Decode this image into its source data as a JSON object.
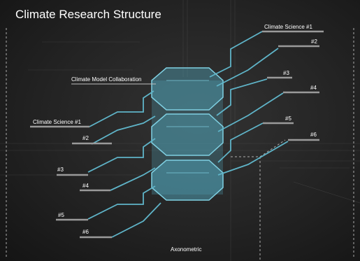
{
  "title": "Climate Research Structure",
  "center_label": "Climate Model Collaboration",
  "view_label": "Axonometric",
  "right_labels": [
    "Climate Science #1",
    "#2",
    "#3",
    "#4",
    "#5",
    "#6"
  ],
  "left_labels": [
    "Climate Science #1",
    "#2",
    "#3",
    "#4",
    "#5",
    "#6"
  ],
  "colors": {
    "accent": "#5fb4c8",
    "fill": "#4f9fb3",
    "text": "#ffffff",
    "background": "#222222"
  }
}
